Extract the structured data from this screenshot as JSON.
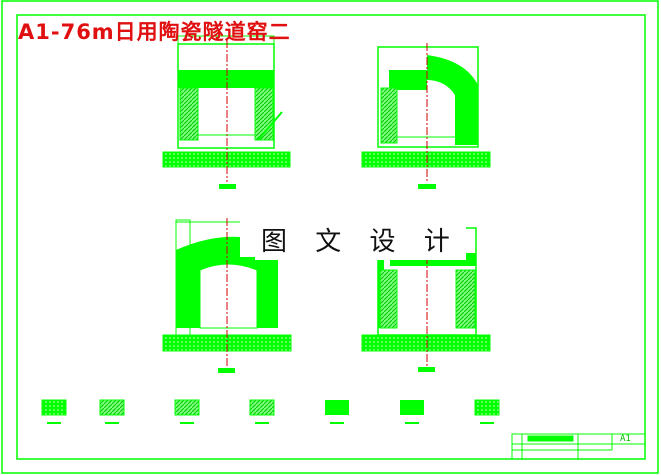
{
  "drawing": {
    "title": "A1-76m日用陶瓷隧道窑二",
    "watermark": "图 文 设 计",
    "title_block": {
      "sheet_size": "A1"
    },
    "colors": {
      "line": "#00ff00",
      "title": "#e01010",
      "centerline": "#d00000",
      "background": "#ffffff"
    },
    "views": [
      "section-1",
      "section-2",
      "section-3",
      "section-4"
    ],
    "legend_swatch_count": 7
  }
}
